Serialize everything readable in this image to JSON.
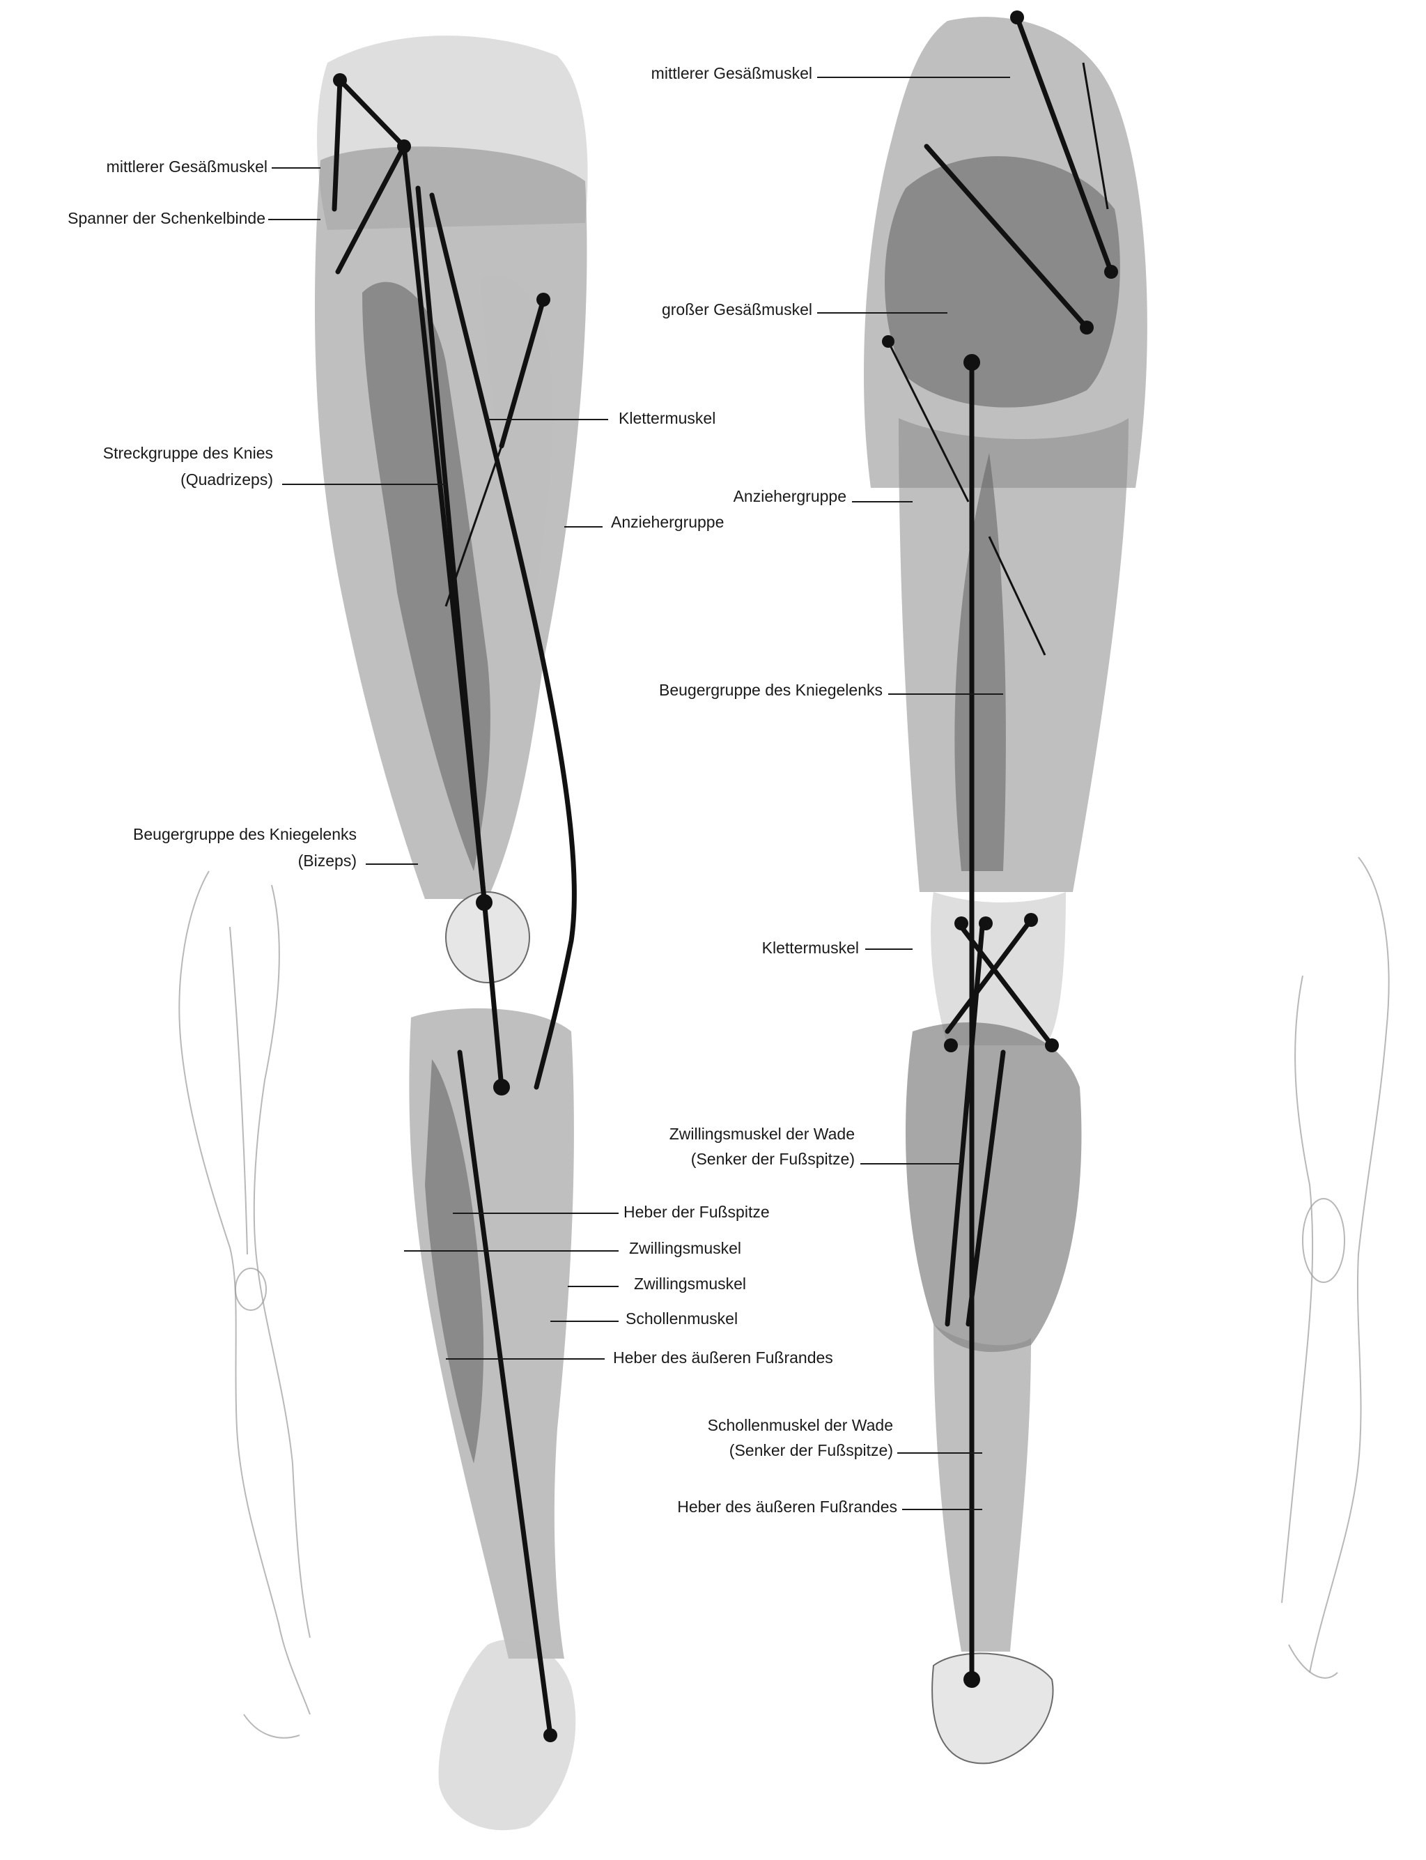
{
  "front_view_labels": [
    {
      "id": "front-mittlerer-gesaessmuskel",
      "lines": [
        "mittlerer Gesäßmuskel"
      ]
    },
    {
      "id": "front-spanner-schenkelbinde",
      "lines": [
        "Spanner der Schenkelbinde"
      ]
    },
    {
      "id": "front-klettermuskel",
      "lines": [
        "Klettermuskel"
      ]
    },
    {
      "id": "front-streckgruppe-knie",
      "lines": [
        "Streckgruppe des Knies",
        "(Quadrizeps)"
      ]
    },
    {
      "id": "front-anziehergruppe",
      "lines": [
        "Anziehergruppe"
      ]
    },
    {
      "id": "front-beugergruppe-bizeps",
      "lines": [
        "Beugergruppe des Kniegelenks",
        "(Bizeps)"
      ]
    },
    {
      "id": "front-heber-fussspitze",
      "lines": [
        "Heber der Fußspitze"
      ]
    },
    {
      "id": "front-zwillingsmuskel-1",
      "lines": [
        "Zwillingsmuskel"
      ]
    },
    {
      "id": "front-zwillingsmuskel-2",
      "lines": [
        "Zwillingsmuskel"
      ]
    },
    {
      "id": "front-schollenmuskel",
      "lines": [
        "Schollenmuskel"
      ]
    },
    {
      "id": "front-heber-aeusseren-fussrandes",
      "lines": [
        "Heber des äußeren Fußrandes"
      ]
    }
  ],
  "back_view_labels": [
    {
      "id": "back-mittlerer-gesaessmuskel",
      "lines": [
        "mittlerer Gesäßmuskel"
      ]
    },
    {
      "id": "back-grosser-gesaessmuskel",
      "lines": [
        "großer Gesäßmuskel"
      ]
    },
    {
      "id": "back-anziehergruppe",
      "lines": [
        "Anziehergruppe"
      ]
    },
    {
      "id": "back-beugergruppe-kniegelenk",
      "lines": [
        "Beugergruppe des Kniegelenks"
      ]
    },
    {
      "id": "back-klettermuskel",
      "lines": [
        "Klettermuskel"
      ]
    },
    {
      "id": "back-zwillingsmuskel-wade",
      "lines": [
        "Zwillingsmuskel der Wade",
        "(Senker der Fußspitze)"
      ]
    },
    {
      "id": "back-schollenmuskel-wade",
      "lines": [
        "Schollenmuskel der Wade",
        "(Senker der Fußspitze)"
      ]
    },
    {
      "id": "back-heber-aeusseren-fussrandes",
      "lines": [
        "Heber des äußeren Fußrandes"
      ]
    }
  ]
}
